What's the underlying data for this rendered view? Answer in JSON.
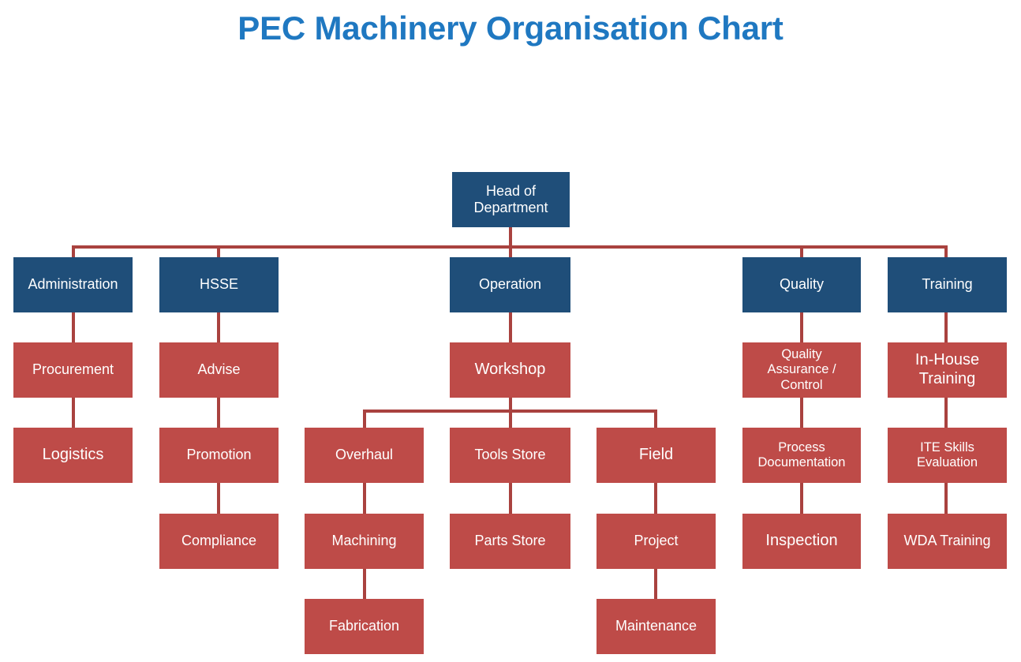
{
  "page": {
    "title": "PEC Machinery Organisation Chart",
    "background": "#ffffff"
  },
  "colors": {
    "title": "#1F78C1",
    "navy_box": "#1F4E79",
    "red_box": "#BE4B48",
    "connector": "#A9423F",
    "node_text": "#ffffff"
  },
  "chart_data": {
    "type": "diagram",
    "subtype": "org-chart",
    "title": "PEC Machinery Organisation Chart",
    "root": "Head of Department",
    "levels": 5,
    "nodes": [
      {
        "id": "head",
        "label": "Head of Department",
        "level": 0,
        "color": "navy",
        "parent": null
      },
      {
        "id": "admin",
        "label": "Administration",
        "level": 1,
        "color": "navy",
        "parent": "head"
      },
      {
        "id": "hsse",
        "label": "HSSE",
        "level": 1,
        "color": "navy",
        "parent": "head"
      },
      {
        "id": "operation",
        "label": "Operation",
        "level": 1,
        "color": "navy",
        "parent": "head"
      },
      {
        "id": "quality",
        "label": "Quality",
        "level": 1,
        "color": "navy",
        "parent": "head"
      },
      {
        "id": "training",
        "label": "Training",
        "level": 1,
        "color": "navy",
        "parent": "head"
      },
      {
        "id": "procurement",
        "label": "Procurement",
        "level": 2,
        "color": "red",
        "parent": "admin"
      },
      {
        "id": "advise",
        "label": "Advise",
        "level": 2,
        "color": "red",
        "parent": "hsse"
      },
      {
        "id": "workshop",
        "label": "Workshop",
        "level": 2,
        "color": "red",
        "parent": "operation"
      },
      {
        "id": "qac",
        "label": "Quality Assurance / Control",
        "level": 2,
        "color": "red",
        "parent": "quality"
      },
      {
        "id": "inhouse",
        "label": "In-House Training",
        "level": 2,
        "color": "red",
        "parent": "training"
      },
      {
        "id": "logistics",
        "label": "Logistics",
        "level": 3,
        "color": "red",
        "parent": "procurement"
      },
      {
        "id": "promotion",
        "label": "Promotion",
        "level": 3,
        "color": "red",
        "parent": "advise"
      },
      {
        "id": "overhaul",
        "label": "Overhaul",
        "level": 3,
        "color": "red",
        "parent": "workshop"
      },
      {
        "id": "tools_store",
        "label": "Tools Store",
        "level": 3,
        "color": "red",
        "parent": "workshop"
      },
      {
        "id": "field",
        "label": "Field",
        "level": 3,
        "color": "red",
        "parent": "workshop"
      },
      {
        "id": "process_doc",
        "label": "Process Documentation",
        "level": 3,
        "color": "red",
        "parent": "qac"
      },
      {
        "id": "ite_skills",
        "label": "ITE Skills Evaluation",
        "level": 3,
        "color": "red",
        "parent": "inhouse"
      },
      {
        "id": "compliance",
        "label": "Compliance",
        "level": 4,
        "color": "red",
        "parent": "promotion"
      },
      {
        "id": "machining",
        "label": "Machining",
        "level": 4,
        "color": "red",
        "parent": "overhaul"
      },
      {
        "id": "parts_store",
        "label": "Parts Store",
        "level": 4,
        "color": "red",
        "parent": "tools_store"
      },
      {
        "id": "project",
        "label": "Project",
        "level": 4,
        "color": "red",
        "parent": "field"
      },
      {
        "id": "inspection",
        "label": "Inspection",
        "level": 4,
        "color": "red",
        "parent": "process_doc"
      },
      {
        "id": "wda_training",
        "label": "WDA Training",
        "level": 4,
        "color": "red",
        "parent": "ite_skills"
      },
      {
        "id": "fabrication",
        "label": "Fabrication",
        "level": 5,
        "color": "red",
        "parent": "machining"
      },
      {
        "id": "maintenance",
        "label": "Maintenance",
        "level": 5,
        "color": "red",
        "parent": "project"
      }
    ],
    "branches": [
      {
        "label": "Administration",
        "chain": [
          "Administration",
          "Procurement",
          "Logistics"
        ]
      },
      {
        "label": "HSSE",
        "chain": [
          "HSSE",
          "Advise",
          "Promotion",
          "Compliance"
        ]
      },
      {
        "label": "Operation",
        "chain": [
          "Operation",
          "Workshop",
          [
            "Overhaul",
            "Tools Store",
            "Field"
          ]
        ]
      },
      {
        "label": "Quality",
        "chain": [
          "Quality",
          "Quality Assurance / Control",
          "Process Documentation",
          "Inspection"
        ]
      },
      {
        "label": "Training",
        "chain": [
          "Training",
          "In-House Training",
          "ITE Skills Evaluation",
          "WDA Training"
        ]
      }
    ]
  },
  "labels": {
    "head_line1": "Head of",
    "head_line2": "Department",
    "administration": "Administration",
    "hsse": "HSSE",
    "operation": "Operation",
    "quality": "Quality",
    "training": "Training",
    "procurement": "Procurement",
    "advise": "Advise",
    "workshop": "Workshop",
    "qac_line1": "Quality",
    "qac_line2": "Assurance /",
    "qac_line3": "Control",
    "inhouse_line1": "In-House",
    "inhouse_line2": "Training",
    "logistics": "Logistics",
    "promotion": "Promotion",
    "overhaul": "Overhaul",
    "tools_store": "Tools Store",
    "field": "Field",
    "process_doc_line1": "Process",
    "process_doc_line2": "Documentation",
    "ite_line1": "ITE Skills",
    "ite_line2": "Evaluation",
    "compliance": "Compliance",
    "machining": "Machining",
    "parts_store": "Parts Store",
    "project": "Project",
    "inspection": "Inspection",
    "wda_training": "WDA Training",
    "fabrication": "Fabrication",
    "maintenance": "Maintenance"
  }
}
